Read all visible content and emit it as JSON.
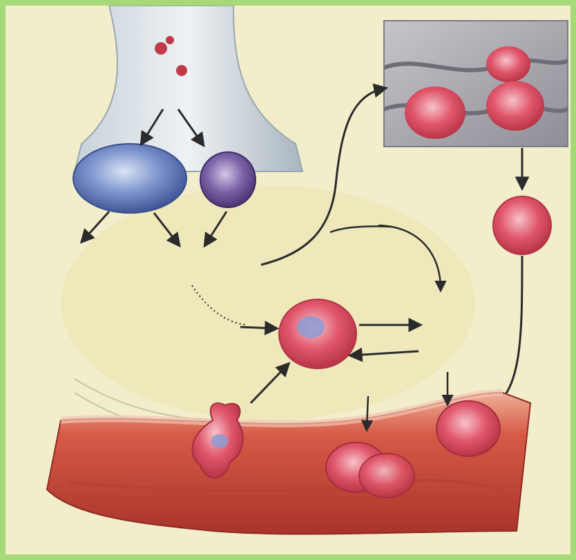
{
  "figure": {
    "border_color": "#a6d978",
    "background_color": "#f0ecc4",
    "labels_legible": false
  },
  "palette": {
    "vessel": "#c9473c",
    "vessel_light": "#e89b84",
    "cell_pink": "#e0566a",
    "cell_light": "#f3a4b0",
    "nucleus_blue": "#7d8fc8",
    "gland_blue": "#5670b3",
    "gland_purple": "#6a4f93",
    "tissue_gray": "#9b9aa4",
    "arrow_dark": "#2b2b2b",
    "cone_gray": "#b8c3cc"
  },
  "regions": [
    "top-center-gland-cone",
    "top-left-blue-body",
    "top-center-purple-body",
    "top-right-tissue-inset",
    "right-isolated-cell",
    "center-cell",
    "lower-left-migrating-cell",
    "bottom-blood-vessel",
    "vessel-cells"
  ],
  "icons": {
    "arrow": "arrow-icon",
    "cell": "cell-icon"
  }
}
